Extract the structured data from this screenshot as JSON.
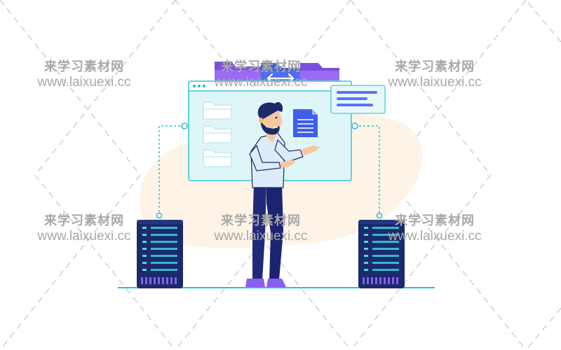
{
  "watermarks": [
    {
      "cn": "来学习素材网",
      "url": "www.laixuexi.cc"
    },
    {
      "cn": "来学习素材网",
      "url": "www.laixuexi.cc"
    },
    {
      "cn": "来学习素材网",
      "url": "www.laixuexi.cc"
    },
    {
      "cn": "来学习素材网",
      "url": "www.laixuexi.cc"
    },
    {
      "cn": "来学习素材网",
      "url": "www.laixuexi.cc"
    },
    {
      "cn": "来学习素材网",
      "url": "www.laixuexi.cc"
    }
  ],
  "icons": {
    "folders": [
      "folder-icon",
      "folder-icon",
      "folder-icon"
    ],
    "document": "document-icon",
    "transfer": "transfer-arrows-icon",
    "servers": [
      "server-rack-icon",
      "server-rack-icon"
    ]
  },
  "colors": {
    "window_fill": "#dff6f8",
    "window_border": "#5fd3dd",
    "accent_teal": "#2bbfcf",
    "purple": "#8c5cf0",
    "blue": "#4f6ef0",
    "navy": "#1b2a6b",
    "blob": "#fdf3e7",
    "skin": "#f6c8a0",
    "shirt": "#dcecf8",
    "pants": "#1f2a7a",
    "shoes": "#8a5cf0"
  }
}
